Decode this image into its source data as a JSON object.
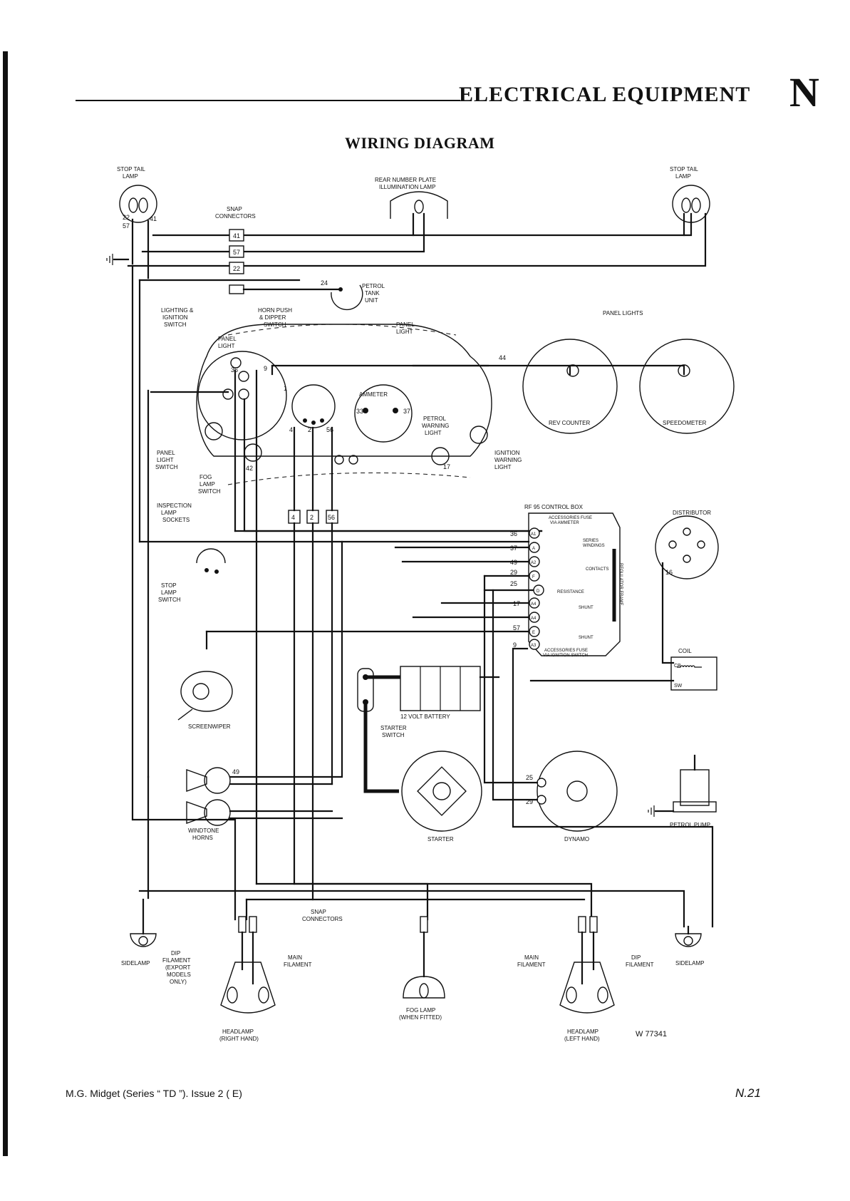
{
  "header": {
    "title": "ELECTRICAL EQUIPMENT",
    "section_letter": "N"
  },
  "diagram": {
    "title": "WIRING DIAGRAM",
    "ref": "W 77341",
    "labels": {
      "stop_tail_lamp_left": [
        "STOP TAIL",
        "LAMP"
      ],
      "stop_tail_lamp_right": [
        "STOP TAIL",
        "LAMP"
      ],
      "rear_number_plate": [
        "REAR NUMBER PLATE",
        "ILLUMINATION LAMP"
      ],
      "snap_connectors_top": [
        "SNAP",
        "CONNECTORS"
      ],
      "petrol_tank_unit": [
        "PETROL",
        "TANK",
        "UNIT"
      ],
      "lighting_ignition_switch": [
        "LIGHTING &",
        "IGNITION",
        "SWITCH"
      ],
      "horn_push": [
        "HORN PUSH",
        "& DIPPER",
        "SWITCH"
      ],
      "panel_light_a": [
        "PANEL",
        "LIGHT"
      ],
      "panel_light_b": [
        "PANEL",
        "LIGHT"
      ],
      "panel_lights": "PANEL LIGHTS",
      "ammeter": "AMMETER",
      "petrol_warning": [
        "PETROL",
        "WARNING",
        "LIGHT"
      ],
      "ignition_warning": [
        "IGNITION",
        "WARNING",
        "LIGHT"
      ],
      "rev_counter": "REV COUNTER",
      "speedometer": "SPEEDOMETER",
      "panel_light_switch": [
        "PANEL",
        "LIGHT",
        "SWITCH"
      ],
      "fog_lamp_switch": [
        "FOG",
        "LAMP",
        "SWITCH"
      ],
      "inspection_lamp": [
        "INSPECTION",
        "LAMP",
        "SOCKETS"
      ],
      "control_box": "RF 95 CONTROL BOX",
      "accessories_fuse_ammeter": [
        "ACCESSORIES FUSE",
        "VIA AMMETER"
      ],
      "series_windings": [
        "SERIES",
        "WINDINGS"
      ],
      "contacts": "CONTACTS",
      "resistance": "RESISTANCE",
      "shunt_a": "SHUNT",
      "shunt_b": "SHUNT",
      "regulator_frame": "REGULATOR FRAME",
      "accessories_fuse_ignition": [
        "ACCESSORIES FUSE",
        "VIA IGNITION SWITCH"
      ],
      "distributor": "DISTRIBUTOR",
      "coil": "COIL",
      "stop_lamp_switch": [
        "STOP",
        "LAMP",
        "SWITCH"
      ],
      "screenwiper": "SCREENWIPER",
      "battery": "12 VOLT BATTERY",
      "starter_switch": [
        "STARTER",
        "SWITCH"
      ],
      "windtone_horns": [
        "WINDTONE",
        "HORNS"
      ],
      "starter": "STARTER",
      "dynamo": "DYNAMO",
      "petrol_pump": "PETROL PUMP",
      "snap_connectors_bottom": [
        "SNAP",
        "CONNECTORS"
      ],
      "sidelamp_left": "SIDELAMP",
      "sidelamp_right": "SIDELAMP",
      "dip_filament_right": [
        "DIP",
        "FILAMENT",
        "(EXPORT",
        "MODELS",
        "ONLY)"
      ],
      "main_filament_right": [
        "MAIN",
        "FILAMENT"
      ],
      "headlamp_right": [
        "HEADLAMP",
        "(RIGHT HAND)"
      ],
      "fog_lamp": [
        "FOG LAMP",
        "(WHEN FITTED)"
      ],
      "main_filament_left": [
        "MAIN",
        "FILAMENT"
      ],
      "dip_filament_left": [
        "DIP",
        "FILAMENT"
      ],
      "headlamp_left": [
        "HEADLAMP",
        "(LEFT HAND)"
      ]
    },
    "connector_numbers": {
      "top_snap": [
        "41",
        "57",
        "22"
      ],
      "mid_connectors": [
        "4",
        "2",
        "56"
      ],
      "control_box_terminals": [
        "A1",
        "A",
        "A2",
        "F",
        "D",
        "A4",
        "A4",
        "E",
        "A3"
      ],
      "control_box_wires": [
        "36",
        "37",
        "49",
        "29",
        "25",
        "17",
        "57",
        "9"
      ],
      "coil_terminals": [
        "CB",
        "SW"
      ],
      "wire_numbers": [
        "22",
        "57",
        "41",
        "24",
        "36",
        "9",
        "44",
        "1",
        "33",
        "37",
        "4",
        "2",
        "56",
        "29",
        "25",
        "42",
        "17",
        "16",
        "49"
      ]
    }
  },
  "footer": {
    "left": "M.G. Midget (Series “ TD ”).  Issue 2 ( E)",
    "right": "N.21"
  }
}
